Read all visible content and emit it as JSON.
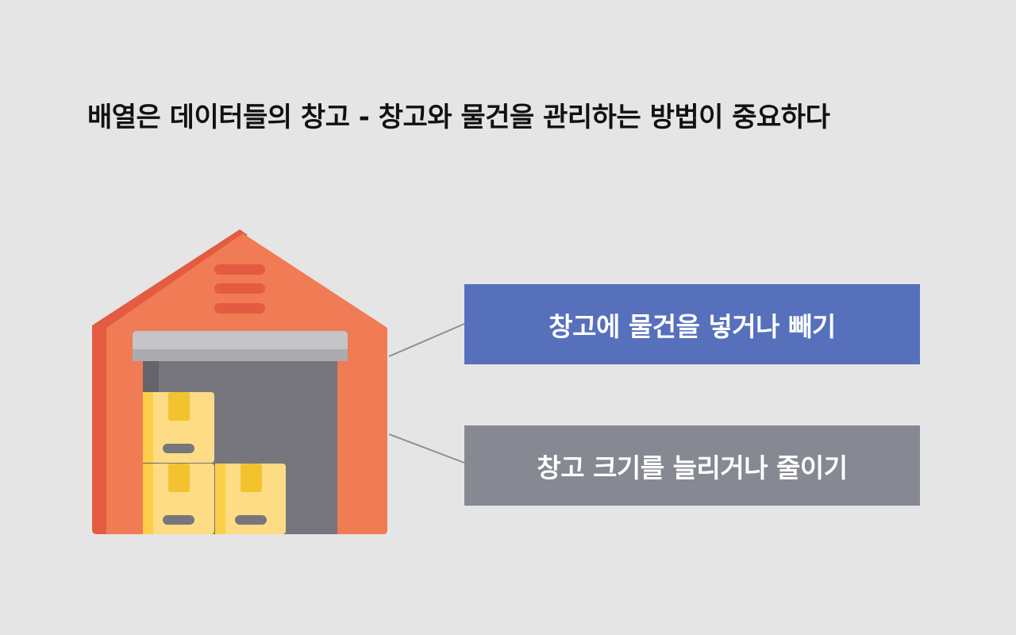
{
  "title": "배열은 데이터들의 창고 - 창고와 물건을 관리하는 방법이 중요하다",
  "boxes": [
    {
      "label": "창고에 물건을 넣거나 빼기",
      "color": "#5670bc"
    },
    {
      "label": "창고 크기를 늘리거나 줄이기",
      "color": "#868892"
    }
  ],
  "colors": {
    "background": "#e5e5e5",
    "warehouse_wall": "#f07b55",
    "warehouse_edge": "#e35b40",
    "door": "#76767c",
    "box": "#fddc85",
    "box_tape": "#f2c22f"
  }
}
